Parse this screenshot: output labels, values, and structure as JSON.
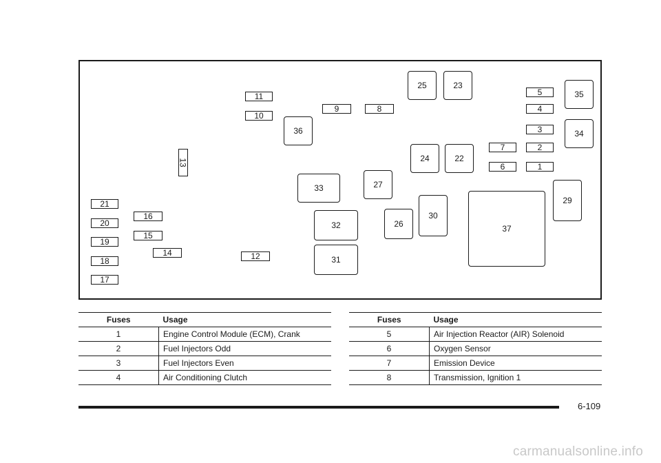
{
  "diagram": {
    "fuses": [
      "1",
      "2",
      "3",
      "4",
      "5",
      "6",
      "7",
      "8",
      "9",
      "10",
      "11",
      "12",
      "13",
      "14",
      "15",
      "16",
      "17",
      "18",
      "19",
      "20",
      "21"
    ],
    "relays": [
      "22",
      "23",
      "24",
      "25",
      "26",
      "27",
      "29",
      "30",
      "31",
      "32",
      "33",
      "34",
      "35",
      "36",
      "37"
    ]
  },
  "table_left": {
    "headers": [
      "Fuses",
      "Usage"
    ],
    "rows": [
      {
        "fuse": "1",
        "usage": "Engine Control Module (ECM), Crank"
      },
      {
        "fuse": "2",
        "usage": "Fuel Injectors Odd"
      },
      {
        "fuse": "3",
        "usage": "Fuel Injectors Even"
      },
      {
        "fuse": "4",
        "usage": "Air Conditioning Clutch"
      }
    ]
  },
  "table_right": {
    "headers": [
      "Fuses",
      "Usage"
    ],
    "rows": [
      {
        "fuse": "5",
        "usage": "Air Injection Reactor (AIR) Solenoid"
      },
      {
        "fuse": "6",
        "usage": "Oxygen Sensor"
      },
      {
        "fuse": "7",
        "usage": "Emission Device"
      },
      {
        "fuse": "8",
        "usage": "Transmission, Ignition 1"
      }
    ]
  },
  "footer": {
    "page_number": "6-109"
  },
  "watermark": "carmanualsonline.info"
}
